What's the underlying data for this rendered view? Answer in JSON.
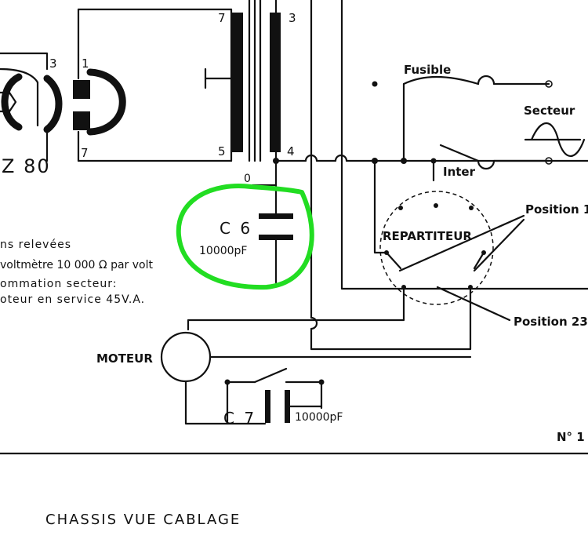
{
  "labels": {
    "pin_3_left": "3",
    "pin_1": "1",
    "pin_7_bottom": "7",
    "tube": "Z 80",
    "xfmr_7": "7",
    "xfmr_3": "3",
    "xfmr_5": "5",
    "xfmr_4": "4",
    "xfmr_0": "0",
    "fusible": "Fusible",
    "secteur": "Secteur",
    "inter": "Inter",
    "position1": "Position 1",
    "position23": "Position 23",
    "repartiteur": "REPARTITEUR",
    "c6": "C 6",
    "c6_value": "10000pF",
    "c7": "C 7",
    "c7_value": "10000pF",
    "moteur": "MOTEUR",
    "number": "N° 1",
    "note_line1": "ns relevées",
    "note_line2": "voltmètre 10 000 Ω par volt",
    "note_line3": "ommation secteur:",
    "note_line4": "oteur en service 45V.A.",
    "caption": "CHASSIS VUE CABLAGE"
  }
}
